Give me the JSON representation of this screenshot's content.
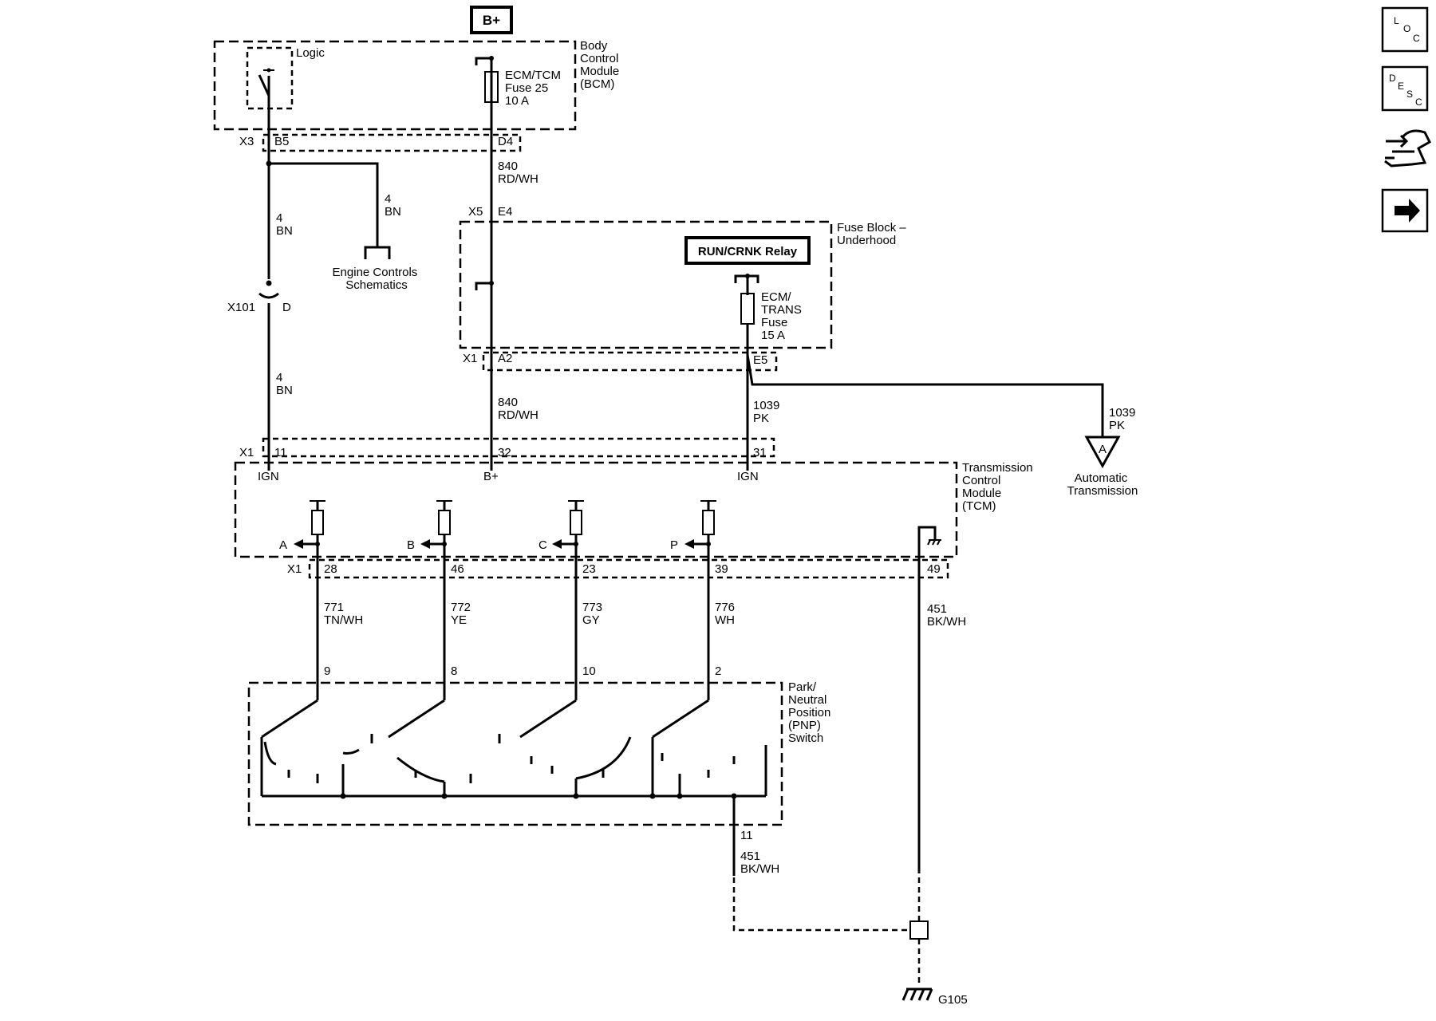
{
  "power_source": "B+",
  "bcm": {
    "name_lines": [
      "Body",
      "Control",
      "Module",
      "(BCM)"
    ],
    "logic_label": "Logic",
    "fuse_lines": [
      "ECM/TCM",
      "Fuse 25",
      "10 A"
    ]
  },
  "connectors": {
    "x3": "X3",
    "b5": "B5",
    "d4": "D4",
    "x5": "X5",
    "e4": "E4",
    "x101": "X101",
    "x101_pin": "D",
    "x1_fuse": "X1",
    "a2": "A2",
    "e5": "E5",
    "x1_tcm_top": "X1",
    "pin11": "11",
    "pin32": "32",
    "pin31": "31",
    "x1_tcm_bottom": "X1",
    "pin28": "28",
    "pin46": "46",
    "pin23": "23",
    "pin39": "39",
    "pin49": "49",
    "pnp9": "9",
    "pnp8": "8",
    "pnp10": "10",
    "pnp2": "2",
    "pnp11": "11"
  },
  "wires": {
    "w840_top": [
      "840",
      "RD/WH"
    ],
    "w4bn_branch": [
      "4",
      "BN"
    ],
    "w4bn_upper": [
      "4",
      "BN"
    ],
    "w4bn_lower": [
      "4",
      "BN"
    ],
    "w840_bottom": [
      "840",
      "RD/WH"
    ],
    "w1039_left": [
      "1039",
      "PK"
    ],
    "w1039_right": [
      "1039",
      "PK"
    ],
    "w771": [
      "771",
      "TN/WH"
    ],
    "w772": [
      "772",
      "YE"
    ],
    "w773": [
      "773",
      "GY"
    ],
    "w776": [
      "776",
      "WH"
    ],
    "w451_tcm": [
      "451",
      "BK/WH"
    ],
    "w451_pnp": [
      "451",
      "BK/WH"
    ]
  },
  "engine_controls": [
    "Engine Controls",
    "Schematics"
  ],
  "fuse_block": {
    "name_lines": [
      "Fuse Block –",
      "Underhood"
    ],
    "relay": "RUN/CRNK Relay",
    "fuse_lines": [
      "ECM/",
      "TRANS",
      "Fuse",
      "15 A"
    ]
  },
  "auto_trans": {
    "ref_letter": "A",
    "label_lines": [
      "Automatic",
      "Transmission"
    ]
  },
  "tcm": {
    "name_lines": [
      "Transmission",
      "Control",
      "Module",
      "(TCM)"
    ],
    "ign_left": "IGN",
    "bplus": "B+",
    "ign_right": "IGN",
    "inputs": [
      "A",
      "B",
      "C",
      "P"
    ]
  },
  "pnp_switch": {
    "name_lines": [
      "Park/",
      "Neutral",
      "Position",
      "(PNP)",
      "Switch"
    ]
  },
  "ground": "G105",
  "nav": {
    "loc": [
      "L",
      "O",
      "C"
    ],
    "desc": [
      "D",
      "E",
      "S",
      "C"
    ],
    "connector_icon": "connector-end-view-icon",
    "next_icon": "arrow-right-icon"
  }
}
